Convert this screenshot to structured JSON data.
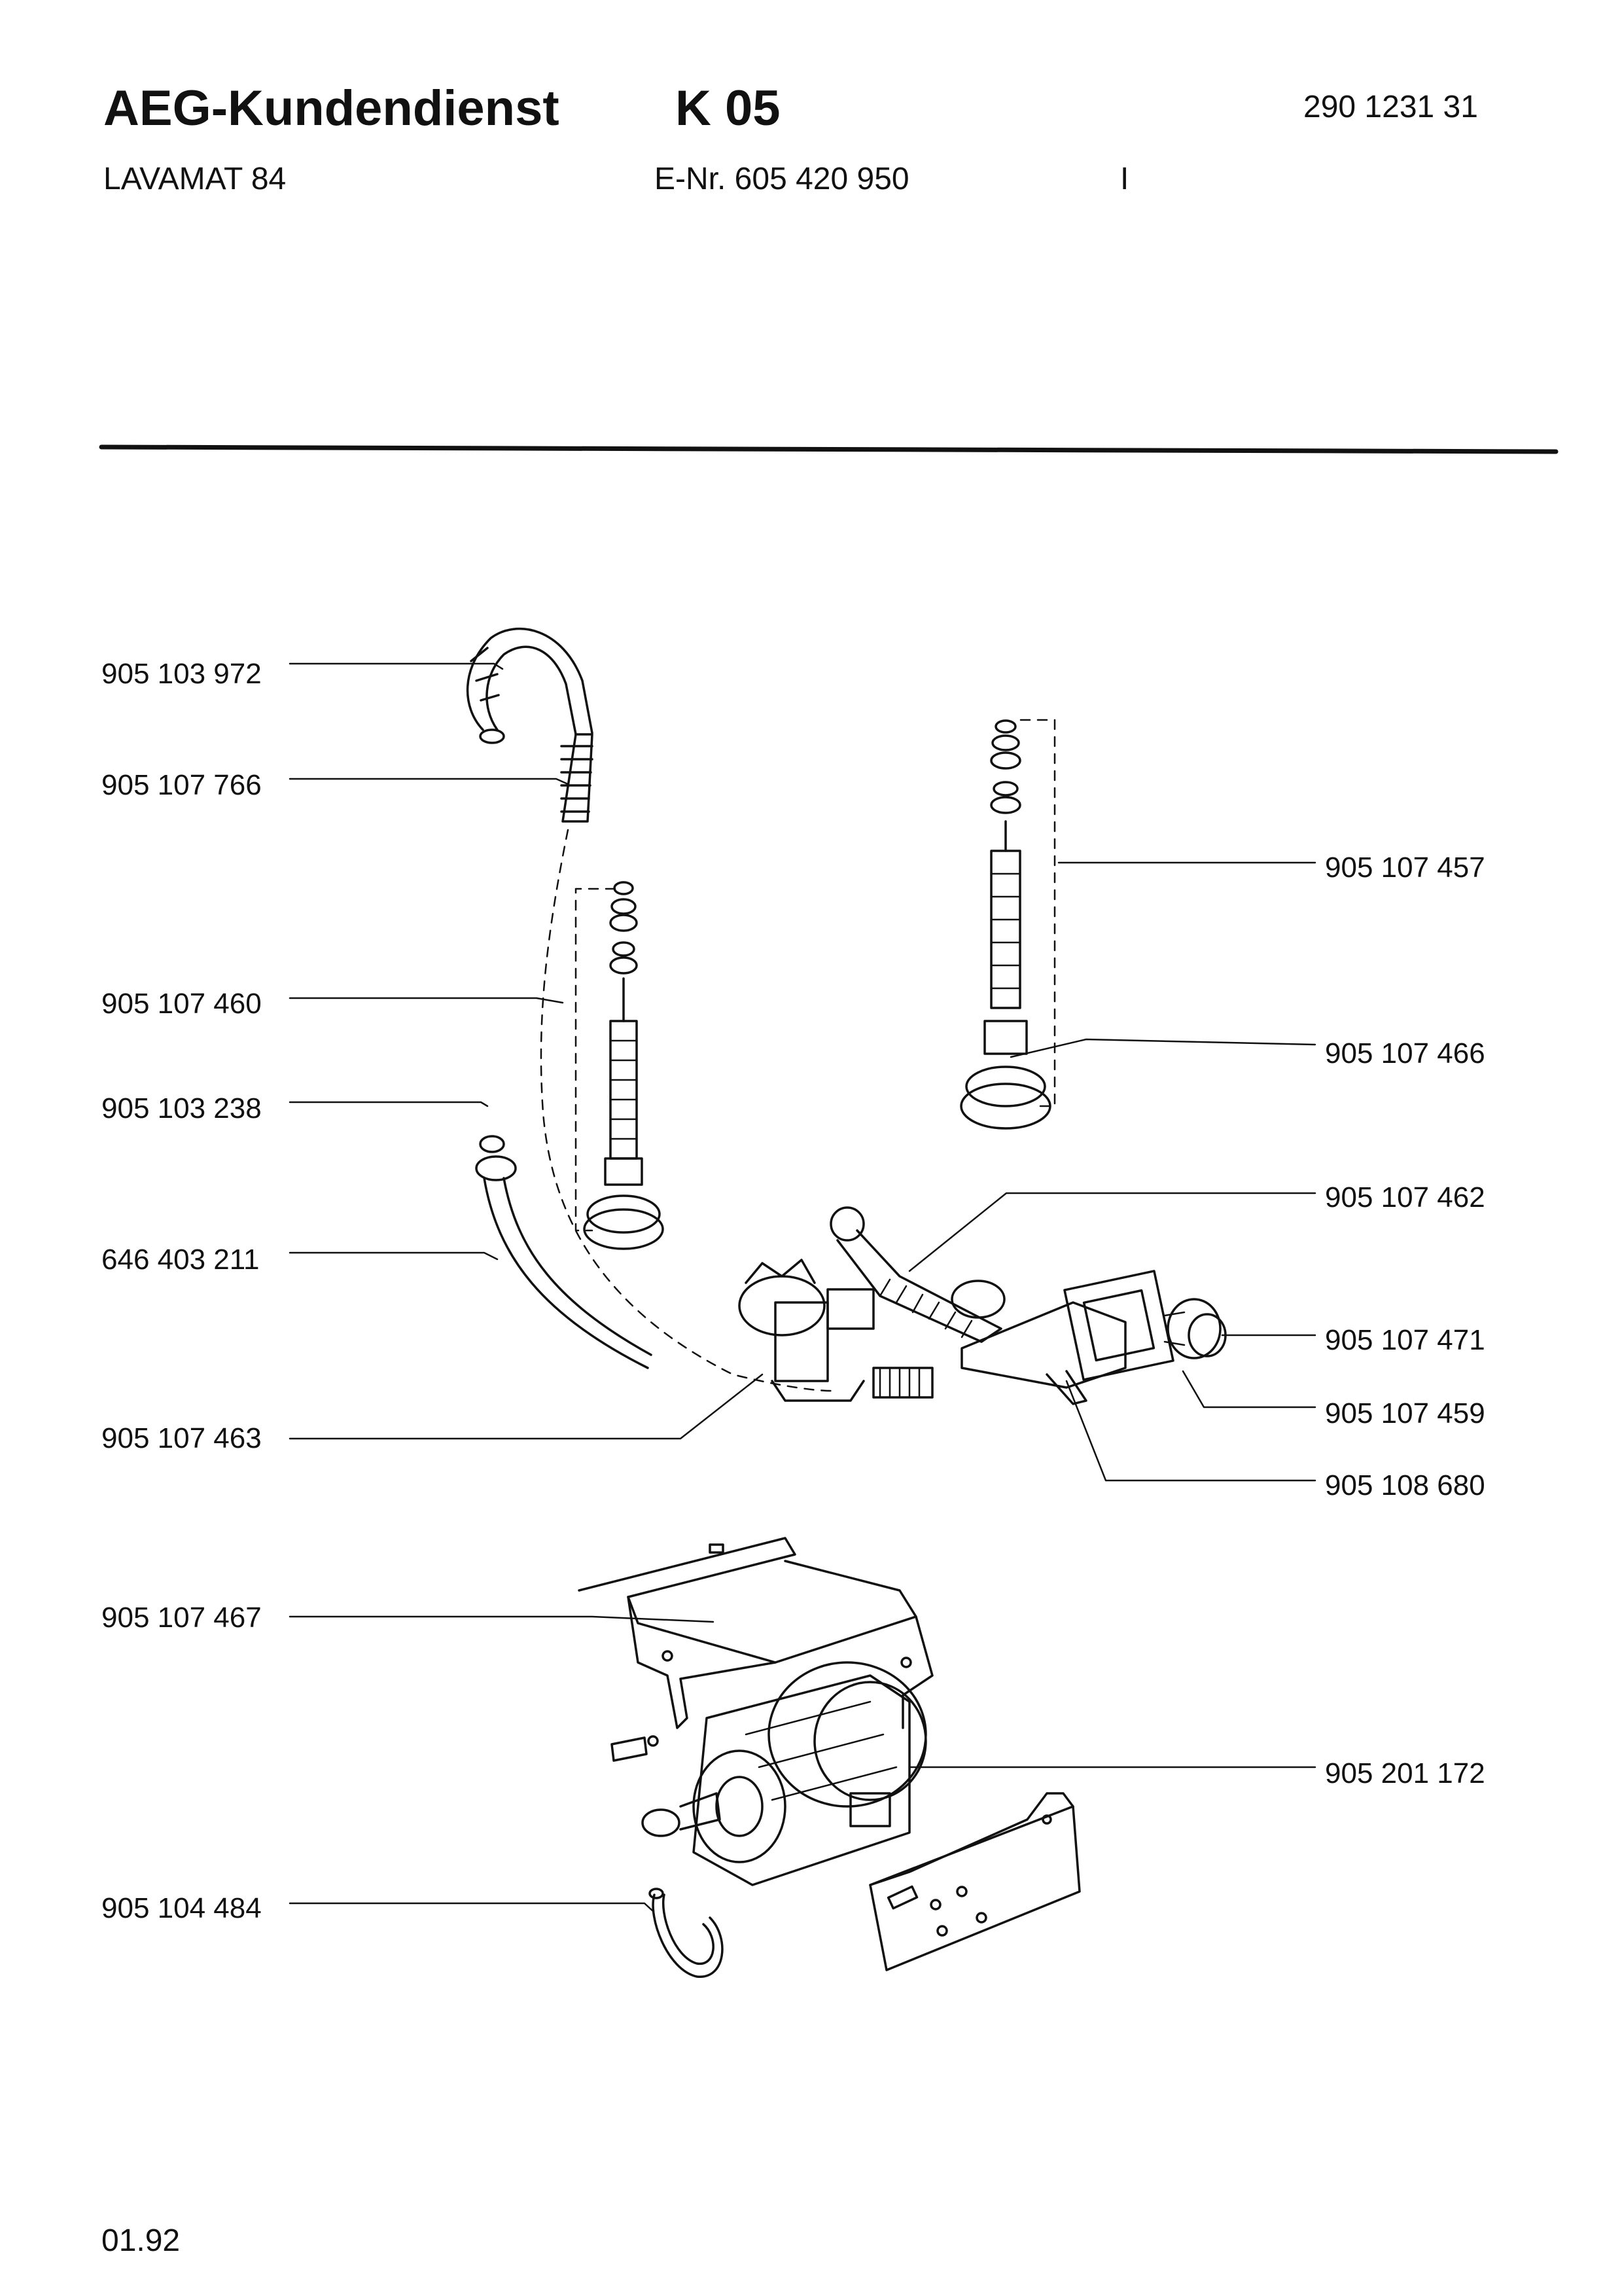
{
  "header": {
    "brand": "AEG-Kundendienst",
    "group_code": "K 05",
    "doc_number": "290 1231 31",
    "model": "LAVAMAT 84",
    "e_number": "E-Nr. 605 420 950",
    "marker": "I"
  },
  "parts": {
    "left": [
      "905 103 972",
      "905 107 766",
      "905 107 460",
      "905 103 238",
      "646 403 211",
      "905 107 463",
      "905 107 467",
      "905 104 484"
    ],
    "right": [
      "905 107 457",
      "905 107 466",
      "905 107 462",
      "905 107 471",
      "905 107 459",
      "905 108 680",
      "905 201 172"
    ]
  },
  "footer": {
    "date": "01.92"
  }
}
